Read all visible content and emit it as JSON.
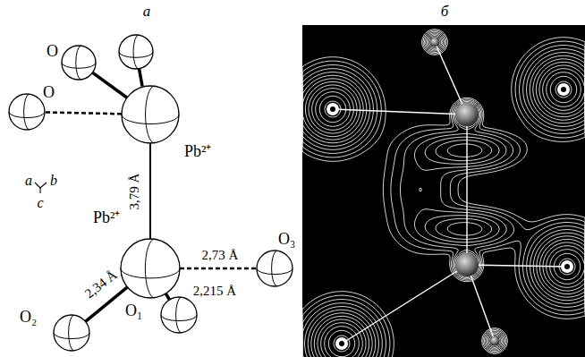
{
  "diagram": {
    "nodes": [
      {
        "text": [
          "O"
        ]
      },
      {
        "text": [
          "O"
        ]
      },
      {
        "text": [
          "Pb²⁺"
        ]
      },
      {
        "text": [
          "Pb²⁺"
        ]
      },
      {
        "text": [
          "O₃"
        ]
      },
      {
        "text": [
          "O₂"
        ]
      },
      {
        "text": [
          "O₁"
        ]
      }
    ],
    "edges": [
      {
        "from": 2,
        "to": 0,
        "arrow": "none"
      },
      {
        "from": 2,
        "to": 1,
        "arrow": "none"
      },
      {
        "from": 2,
        "to": 3,
        "label": "3,79 Å",
        "arrow": "none"
      },
      {
        "from": 3,
        "to": 4,
        "label": "2,73 Å",
        "arrow": "none"
      },
      {
        "from": 3,
        "to": 5,
        "label": "2,34 Å",
        "arrow": "none"
      },
      {
        "from": 3,
        "to": 6,
        "label": "2,215 Å",
        "arrow": "none"
      }
    ],
    "labels": [
      "а",
      "б",
      "a",
      "b",
      "c"
    ]
  }
}
